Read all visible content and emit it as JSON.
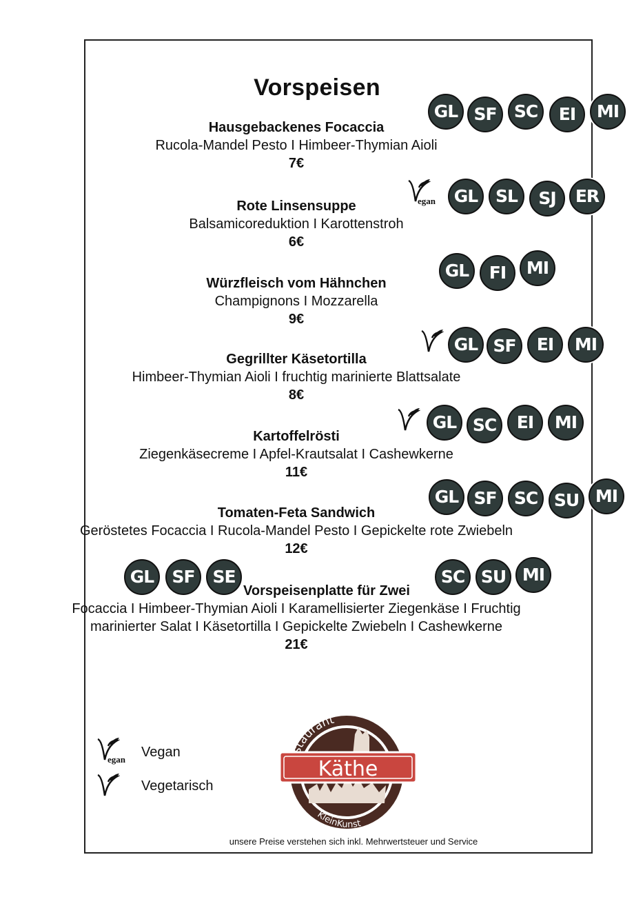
{
  "title": "Vorspeisen",
  "items": [
    {
      "name": "Hausgebackenes Focaccia",
      "desc": "Rucola-Mandel Pesto I Himbeer-Thymian Aioli",
      "price": "7€",
      "diet": "",
      "badges": [
        "GL",
        "SF",
        "SC",
        "EI",
        "MI"
      ]
    },
    {
      "name": "Rote Linsensuppe",
      "desc": "Balsamicoreduktion I Karottenstroh",
      "price": "6€",
      "diet": "vegan",
      "badges": [
        "GL",
        "SL",
        "SJ",
        "ER"
      ]
    },
    {
      "name": "Würzfleisch vom Hähnchen",
      "desc": "Champignons I Mozzarella",
      "price": "9€",
      "diet": "",
      "badges": [
        "GL",
        "FI",
        "MI"
      ]
    },
    {
      "name": "Gegrillter Käsetortilla",
      "desc": "Himbeer-Thymian Aioli I fruchtig marinierte Blattsalate",
      "price": "8€",
      "diet": "vegetarian",
      "badges": [
        "GL",
        "SF",
        "EI",
        "MI"
      ]
    },
    {
      "name": "Kartoffelrösti",
      "desc": "Ziegenkäsecreme I Apfel-Krautsalat I Cashewkerne",
      "price": "11€",
      "diet": "vegetarian",
      "badges": [
        "GL",
        "SC",
        "EI",
        "MI"
      ]
    },
    {
      "name": "Tomaten-Feta Sandwich",
      "desc": "Geröstetes Focaccia I Rucola-Mandel Pesto I Gepickelte rote Zwiebeln",
      "price": "12€",
      "diet": "",
      "badges": [
        "GL",
        "SF",
        "SC",
        "SU",
        "MI"
      ]
    },
    {
      "name": "Vorspeisenplatte für Zwei",
      "desc": "Focaccia I Himbeer-Thymian Aioli I Karamellisierter Ziegenkäse I Fruchtig",
      "desc2": "marinierter Salat I Käsetortilla I Gepickelte Zwiebeln I Cashewkerne",
      "price": "21€",
      "diet": "",
      "badges_left": [
        "GL",
        "SF",
        "SE"
      ],
      "badges": [
        "SC",
        "SU",
        "MI"
      ]
    }
  ],
  "veg_mark": "egan",
  "legend": {
    "vegan_label": "Vegan",
    "vegan_mark": "egan",
    "vegetarian_label": "Vegetarisch"
  },
  "logo": {
    "top_text": "Restaurant",
    "name": "Käthe",
    "bottom_text": "KleinKunst"
  },
  "footer": "unsere Preise verstehen sich inkl. Mehrwertsteuer und Service",
  "colors": {
    "badge_bg": "#2f3b3a",
    "logo_red": "#c9463f",
    "logo_brown": "#4a2a22"
  }
}
